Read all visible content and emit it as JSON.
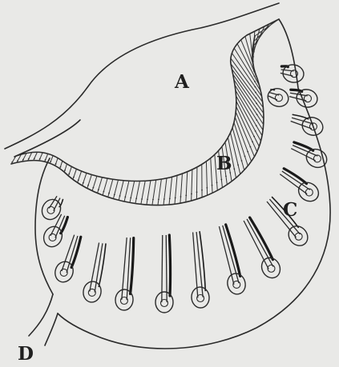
{
  "figure": {
    "labels": {
      "a": "A",
      "b": "B",
      "c": "C",
      "d": "D"
    }
  }
}
